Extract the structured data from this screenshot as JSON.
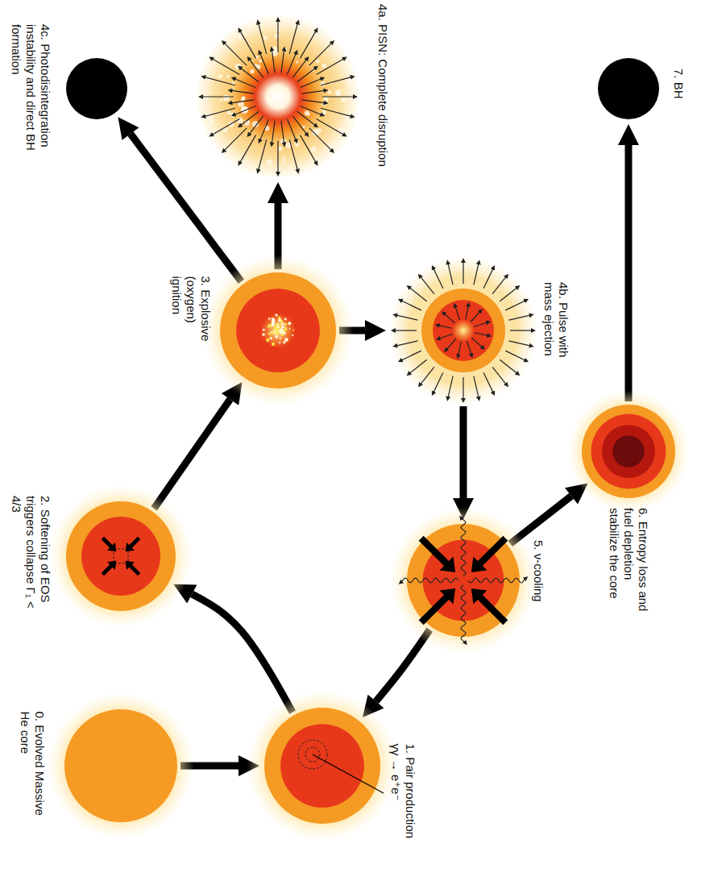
{
  "diagram": {
    "nodes": [
      {
        "text": [
          "0. Evolved Massive He core"
        ]
      },
      {
        "text": [
          "1. Pair production γγ → e⁺e⁻"
        ]
      },
      {
        "text": [
          "2. Softening of EOS triggers collapse Γ₁ < 4/3"
        ]
      },
      {
        "text": [
          "3. Explosive (oxygen) ignition"
        ]
      },
      {
        "text": [
          "4c. Photodisintegration instability and direct BH formation"
        ]
      },
      {
        "text": [
          "4a. PISN: Complete disruption"
        ]
      },
      {
        "text": [
          "4b. Pulse with mass ejection"
        ]
      },
      {
        "text": [
          "5. ν-cooling"
        ]
      },
      {
        "text": [
          "6. Entropy loss and fuel depletion stabilize the core"
        ]
      },
      {
        "text": [
          "7. BH"
        ]
      }
    ],
    "edges": [
      {
        "from": 0,
        "to": 1,
        "arrow": "to"
      },
      {
        "from": 1,
        "to": 2,
        "arrow": "to"
      },
      {
        "from": 2,
        "to": 3,
        "arrow": "to"
      },
      {
        "from": 3,
        "to": 4,
        "arrow": "to"
      },
      {
        "from": 3,
        "to": 5,
        "arrow": "to"
      },
      {
        "from": 3,
        "to": 6,
        "arrow": "to"
      },
      {
        "from": 6,
        "to": 7,
        "arrow": "to"
      },
      {
        "from": 7,
        "to": 1,
        "arrow": "to"
      },
      {
        "from": 7,
        "to": 8,
        "arrow": "to"
      },
      {
        "from": 8,
        "to": 9,
        "arrow": "to"
      }
    ]
  }
}
